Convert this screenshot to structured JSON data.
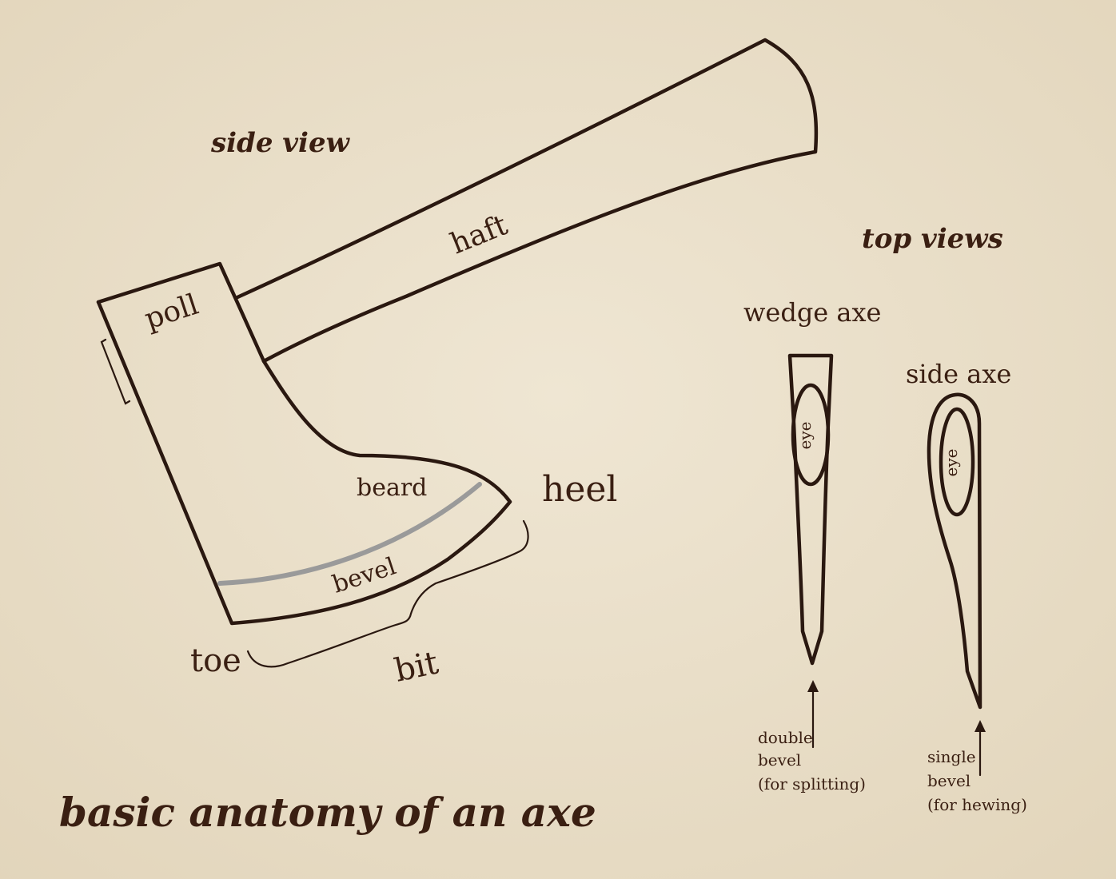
{
  "colors": {
    "paper": "#ede3cf",
    "ink": "#2a1810",
    "text": "#3a1f12",
    "bevel_line": "#9a9a9a"
  },
  "labels": {
    "side_view": "side view",
    "top_views": "top views",
    "haft": "haft",
    "poll": "poll",
    "beard": "beard",
    "heel": "heel",
    "bevel": "bevel",
    "toe": "toe",
    "bit": "bit",
    "wedge_axe": "wedge axe",
    "side_axe": "side axe",
    "eye_wedge": "eye",
    "eye_side": "eye",
    "double_bevel": [
      "double",
      "bevel",
      "(for splitting)"
    ],
    "single_bevel": [
      "single",
      "bevel",
      "(for hewing)"
    ],
    "title": "basic anatomy of an axe"
  }
}
